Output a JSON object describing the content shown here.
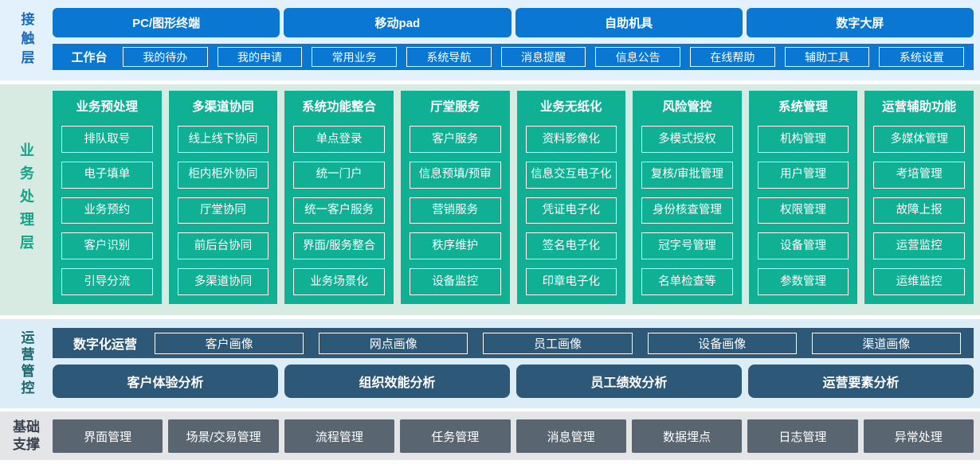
{
  "colors": {
    "accent_blue": "#0a78d2",
    "accent_teal": "#0fb093",
    "accent_slate_blue": "#2d5878",
    "accent_slate_gray": "#596672",
    "contact_bg": "#e2f1fb",
    "business_bg": "#d8ebe3",
    "ops_bg": "#dcedf7",
    "foundation_bg": "#e3e5e7"
  },
  "contact": {
    "label": "接触层",
    "channels": [
      "PC/图形终端",
      "移动pad",
      "自助机具",
      "数字大屏"
    ],
    "workbench": {
      "label": "工作台",
      "items": [
        "我的待办",
        "我的申请",
        "常用业务",
        "系统导航",
        "消息提醒",
        "信息公告",
        "在线帮助",
        "辅助工具",
        "系统设置"
      ]
    }
  },
  "business": {
    "label": "业务处理层",
    "columns": [
      {
        "title": "业务预处理",
        "items": [
          "排队取号",
          "电子填单",
          "业务预约",
          "客户识别",
          "引导分流"
        ]
      },
      {
        "title": "多渠道协同",
        "items": [
          "线上线下协同",
          "柜内柜外协同",
          "厅堂协同",
          "前后台协同",
          "多渠道协同"
        ]
      },
      {
        "title": "系统功能整合",
        "items": [
          "单点登录",
          "统一门户",
          "统一客户服务",
          "界面/服务整合",
          "业务场景化"
        ]
      },
      {
        "title": "厅堂服务",
        "items": [
          "客户服务",
          "信息预填/预审",
          "营销服务",
          "秩序维护",
          "设备监控"
        ]
      },
      {
        "title": "业务无纸化",
        "items": [
          "资料影像化",
          "信息交互电子化",
          "凭证电子化",
          "签名电子化",
          "印章电子化"
        ]
      },
      {
        "title": "风险管控",
        "items": [
          "多模式授权",
          "复核/审批管理",
          "身份核查管理",
          "冠字号管理",
          "名单检查等"
        ]
      },
      {
        "title": "系统管理",
        "items": [
          "机构管理",
          "用户管理",
          "权限管理",
          "设备管理",
          "参数管理"
        ]
      },
      {
        "title": "运营辅助功能",
        "items": [
          "多媒体管理",
          "考培管理",
          "故障上报",
          "运营监控",
          "运维监控"
        ]
      }
    ]
  },
  "operations": {
    "label": "运营管控",
    "digital_ops": {
      "label": "数字化运营",
      "items": [
        "客户画像",
        "网点画像",
        "员工画像",
        "设备画像",
        "渠道画像"
      ]
    },
    "analysis": [
      "客户体验分析",
      "组织效能分析",
      "员工绩效分析",
      "运营要素分析"
    ]
  },
  "foundation": {
    "label": "基础支撑",
    "items": [
      "界面管理",
      "场景/交易管理",
      "流程管理",
      "任务管理",
      "消息管理",
      "数据埋点",
      "日志管理",
      "异常处理"
    ]
  }
}
